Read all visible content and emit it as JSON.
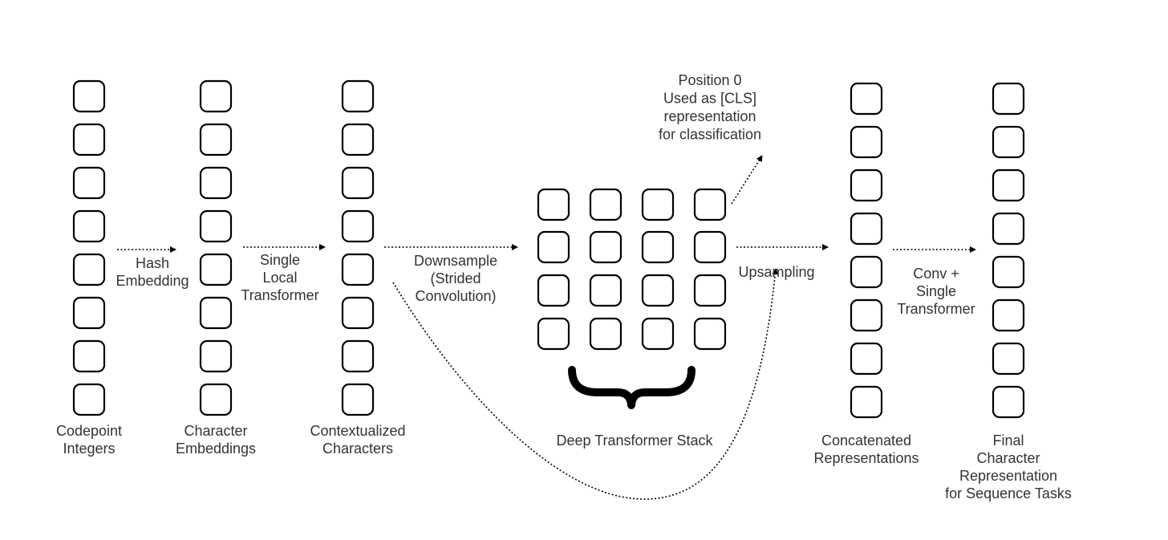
{
  "columns": [
    {
      "id": "codepoint",
      "label_lines": [
        "Codepoint",
        "Integers"
      ]
    },
    {
      "id": "char-emb",
      "label_lines": [
        "Character",
        "Embeddings"
      ]
    },
    {
      "id": "context",
      "label_lines": [
        "Contextualized",
        "Characters"
      ]
    },
    {
      "id": "concat",
      "label_lines": [
        "Concatenated",
        "Representations"
      ]
    },
    {
      "id": "final",
      "label_lines": [
        "Final",
        "Character",
        "Representation",
        "for Sequence Tasks"
      ]
    }
  ],
  "grid": {
    "label_lines": [
      "Deep Transformer Stack"
    ]
  },
  "steps": [
    {
      "id": "hash",
      "label_lines": [
        "Hash",
        "Embedding"
      ]
    },
    {
      "id": "local",
      "label_lines": [
        "Single",
        "Local",
        "Transformer"
      ]
    },
    {
      "id": "downsample",
      "label_lines": [
        "Downsample",
        "(Strided",
        "Convolution)"
      ]
    },
    {
      "id": "upsample",
      "label_lines": [
        "Upsampling"
      ]
    },
    {
      "id": "conv",
      "label_lines": [
        "Conv +",
        "Single",
        "Transformer"
      ]
    }
  ],
  "cls_note": {
    "label_lines": [
      "Position 0",
      "Used as [CLS]",
      "representation",
      "for classification"
    ]
  },
  "colors": {
    "stroke": "#000000",
    "text": "#333333",
    "background": "#ffffff"
  }
}
